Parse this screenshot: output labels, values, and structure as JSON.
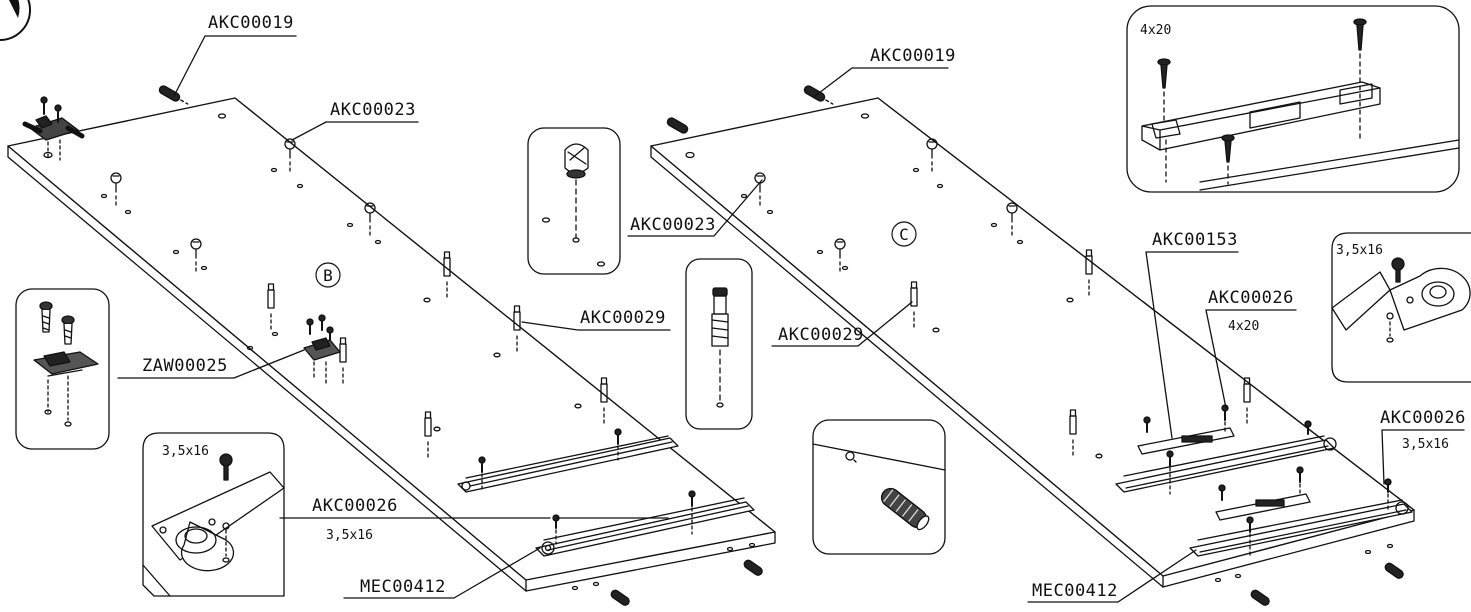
{
  "step_number": "",
  "panels": {
    "left": "B",
    "right": "C"
  },
  "labels": {
    "akc00019_left": "AKC00019",
    "akc00023_left": "AKC00023",
    "akc00029_left": "AKC00029",
    "zaw00025": "ZAW00025",
    "akc00026_left": "AKC00026",
    "dim_3516_left": "3,5x16",
    "mec00412_left": "MEC00412",
    "akc00019_right": "AKC00019",
    "akc00023_right": "AKC00023",
    "akc00029_right": "AKC00029",
    "akc00153": "AKC00153",
    "akc00026_mid": "AKC00026",
    "dim_420_mid": "4x20",
    "akc00026_right": "AKC00026",
    "dim_3516_right": "3,5x16",
    "mec00412_right": "MEC00412"
  },
  "insets": {
    "plate_screws_top": "4x20",
    "slide_screw_right": "3,5x16",
    "slide_screw_left": "3,5x16"
  }
}
